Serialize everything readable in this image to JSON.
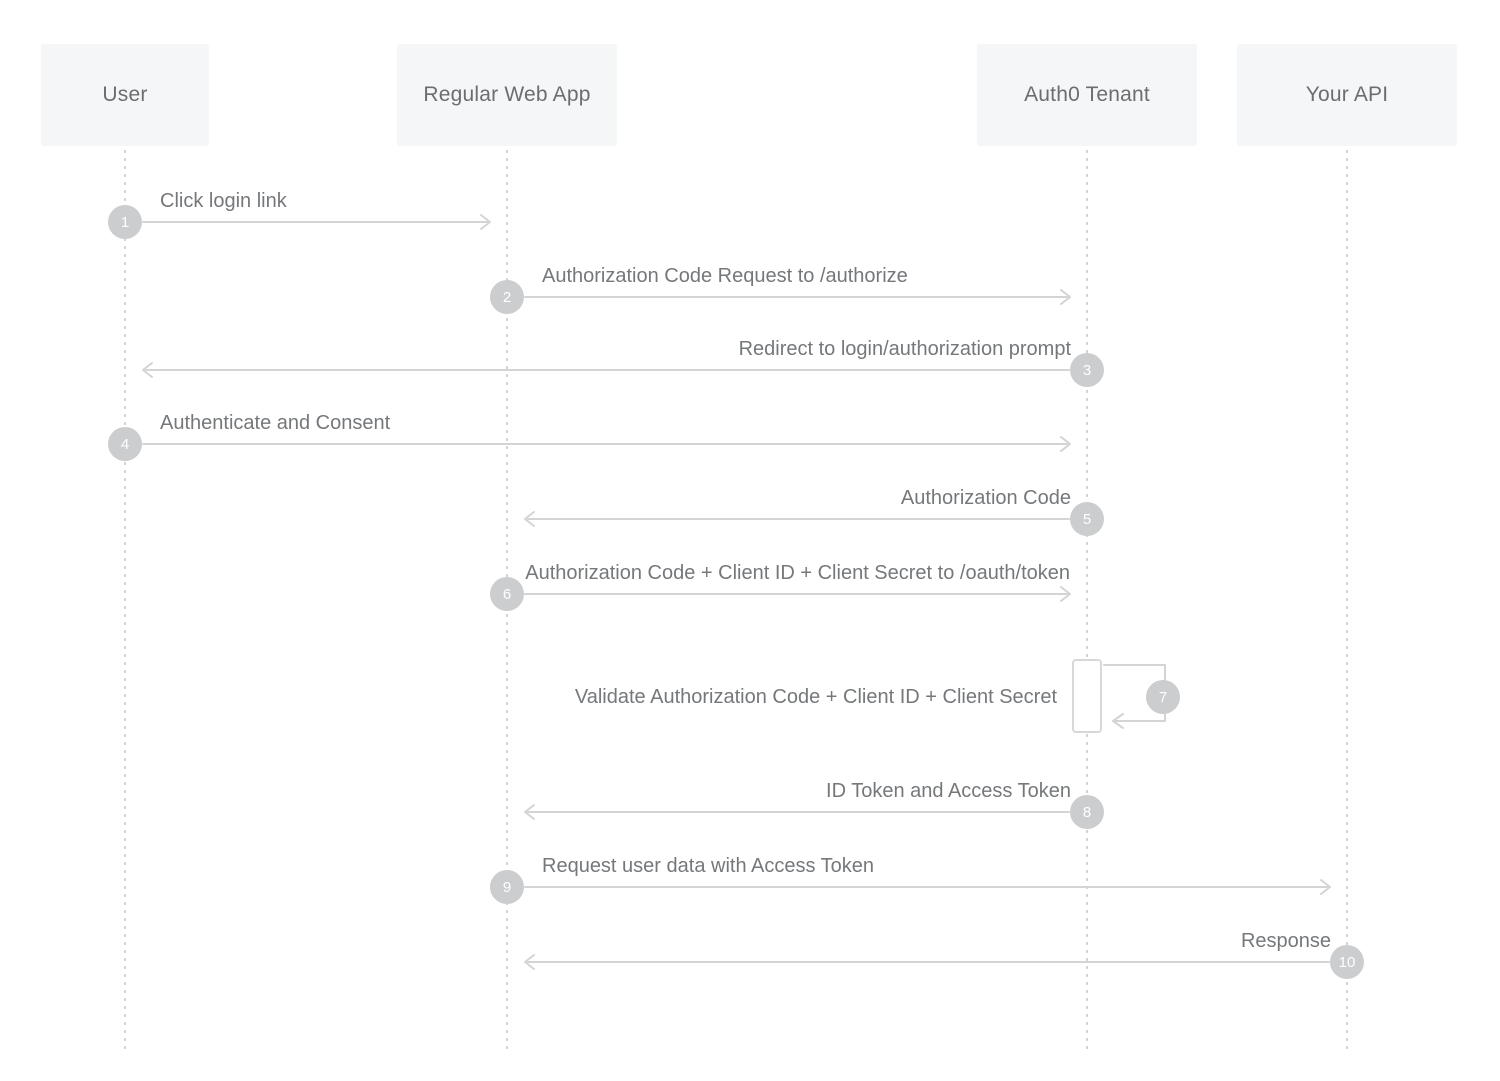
{
  "diagram_type": "sequence-diagram",
  "colors": {
    "background": "#ffffff",
    "actor_box_bg": "#f5f6f7",
    "actor_text": "#6b6e71",
    "arrow": "#d3d4d5",
    "lifeline": "#d2d4d5",
    "circle_bg": "#cbcdce",
    "circle_text": "#ffffff",
    "label_text": "#75787b"
  },
  "actors": [
    {
      "id": "user",
      "label": "User"
    },
    {
      "id": "webapp",
      "label": "Regular Web App"
    },
    {
      "id": "auth0",
      "label": "Auth0 Tenant"
    },
    {
      "id": "api",
      "label": "Your API"
    }
  ],
  "messages": [
    {
      "step": "1",
      "label": "Click login link",
      "from": "user",
      "to": "webapp",
      "type": "arrow",
      "label_align": "start"
    },
    {
      "step": "2",
      "label": "Authorization Code Request to /authorize",
      "from": "webapp",
      "to": "auth0",
      "type": "arrow",
      "label_align": "start"
    },
    {
      "step": "3",
      "label": "Redirect to login/authorization prompt",
      "from": "auth0",
      "to": "user",
      "type": "arrow",
      "label_align": "end"
    },
    {
      "step": "4",
      "label": "Authenticate and Consent",
      "from": "user",
      "to": "auth0",
      "type": "arrow",
      "label_align": "start"
    },
    {
      "step": "5",
      "label": "Authorization Code",
      "from": "auth0",
      "to": "webapp",
      "type": "arrow",
      "label_align": "end"
    },
    {
      "step": "6",
      "label": "Authorization Code + Client ID + Client Secret to /oauth/token",
      "from": "webapp",
      "to": "auth0",
      "type": "arrow",
      "label_align": "end"
    },
    {
      "step": "7",
      "label": "Validate Authorization Code + Client ID + Client Secret",
      "from": "auth0",
      "to": "auth0",
      "type": "self",
      "label_align": "end"
    },
    {
      "step": "8",
      "label": "ID Token and Access Token",
      "from": "auth0",
      "to": "webapp",
      "type": "arrow",
      "label_align": "end"
    },
    {
      "step": "9",
      "label": "Request user data with Access Token",
      "from": "webapp",
      "to": "api",
      "type": "arrow",
      "label_align": "start"
    },
    {
      "step": "10",
      "label": "Response",
      "from": "api",
      "to": "webapp",
      "type": "arrow",
      "label_align": "end"
    }
  ]
}
